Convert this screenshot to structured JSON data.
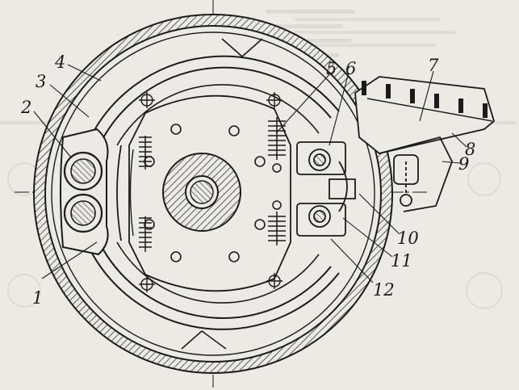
{
  "figure": {
    "callouts": [
      {
        "id": "1",
        "text": "1"
      },
      {
        "id": "2",
        "text": "2"
      },
      {
        "id": "3",
        "text": "3"
      },
      {
        "id": "4",
        "text": "4"
      },
      {
        "id": "5",
        "text": "5"
      },
      {
        "id": "6",
        "text": "6"
      },
      {
        "id": "7",
        "text": "7"
      },
      {
        "id": "8",
        "text": "8"
      },
      {
        "id": "9",
        "text": "9"
      },
      {
        "id": "10",
        "text": "10"
      },
      {
        "id": "11",
        "text": "11"
      },
      {
        "id": "12",
        "text": "12"
      }
    ],
    "colors": {
      "paper": "#eceae2",
      "ink": "#1b1b1b",
      "hatch": "#3a3a3a",
      "bleed": "#c8c6bd"
    }
  }
}
